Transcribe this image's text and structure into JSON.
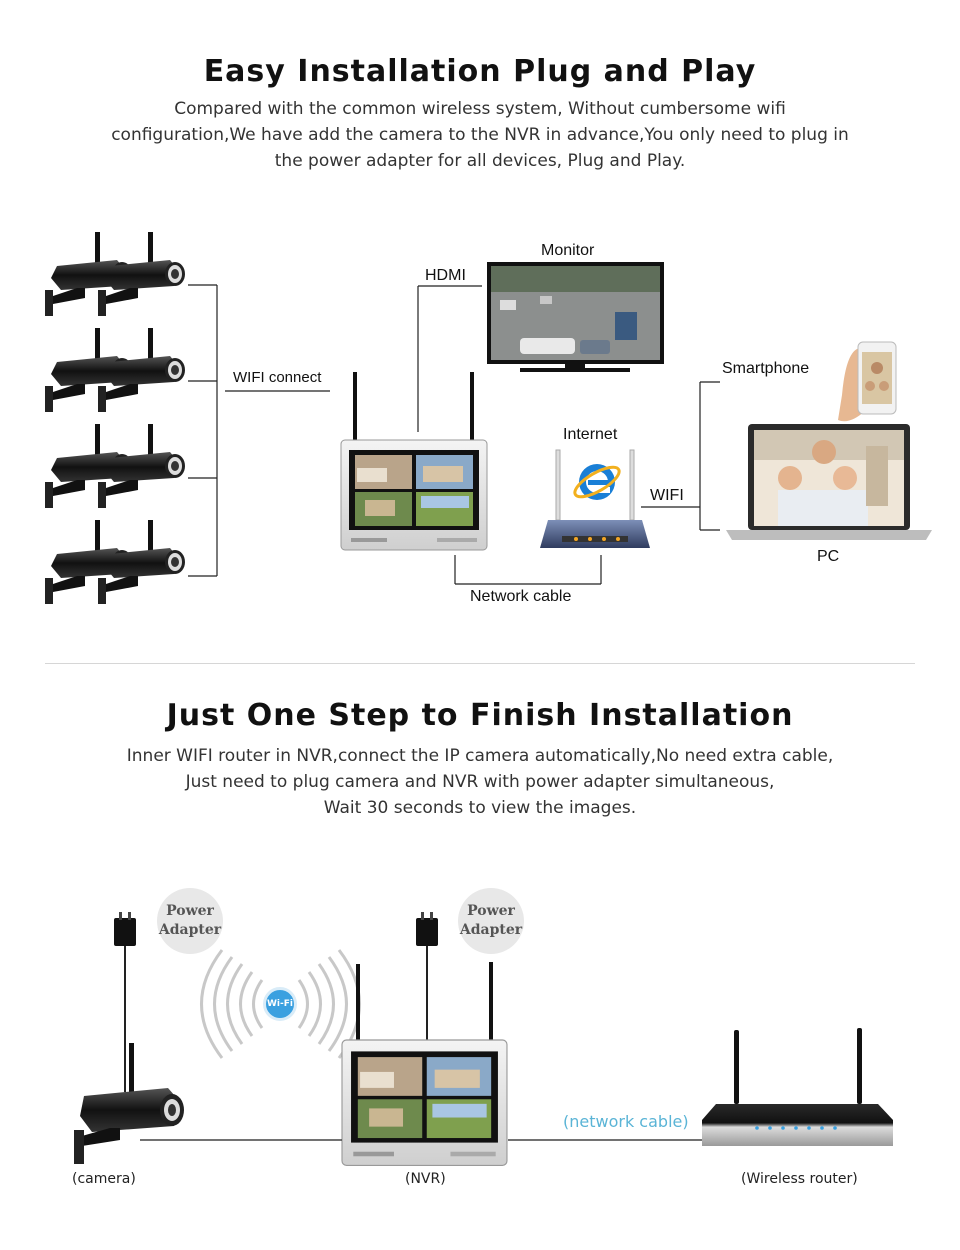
{
  "section1": {
    "title": "Easy Installation Plug and Play",
    "description_lines": [
      "Compared with the common wireless system, Without cumbersome wifi",
      "configuration,We have add the camera to the NVR in advance,You only need to plug in",
      "the power adapter for all devices, Plug and Play."
    ],
    "diagram": {
      "monitor": "Monitor",
      "hdmi": "HDMI",
      "wifi_connect": "WIFI connect",
      "internet": "Internet",
      "wifi": "WIFI",
      "smartphone": "Smartphone",
      "pc": "PC",
      "network_cable": "Network cable"
    }
  },
  "section2": {
    "title": "Just One Step to Finish Installation",
    "description_lines": [
      "Inner WIFI router in NVR,connect the IP camera automatically,No need extra cable,",
      "Just need to plug camera and NVR with power adapter simultaneous,",
      "Wait 30 seconds to view the images."
    ],
    "diagram": {
      "power_adapter_1": [
        "Power",
        "Adapter"
      ],
      "power_adapter_2": [
        "Power",
        "Adapter"
      ],
      "wifi_badge": "Wi-Fi",
      "network_cable": "(network cable)",
      "camera": "(camera)",
      "nvr": "(NVR)",
      "wireless_router": "(Wireless router)"
    }
  },
  "colors": {
    "title": "#111111",
    "text": "#333333",
    "line": "#222222",
    "network_cable_label": "#5ab4d6",
    "wifi_badge": "#3aa0e0",
    "adapter_circle": "#e8e8e8"
  }
}
